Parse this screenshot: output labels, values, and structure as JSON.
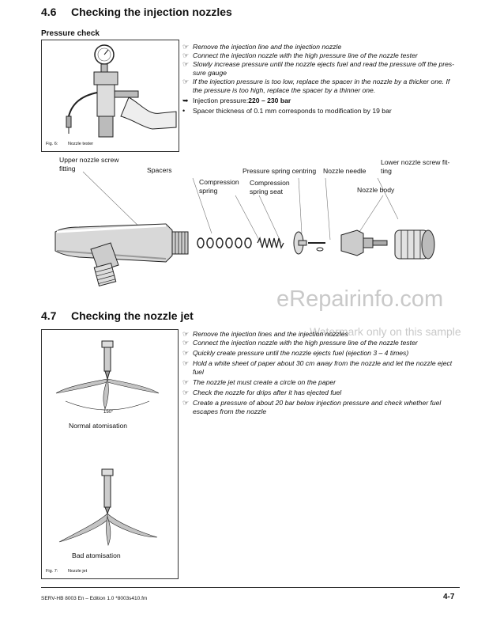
{
  "section_46": {
    "number": "4.6",
    "title": "Checking the injection nozzles"
  },
  "pressure_check": {
    "label": "Pressure check"
  },
  "fig6": {
    "number": "Fig. 6:",
    "caption": "Nozzle tester"
  },
  "steps_46": [
    "Remove the injection line and the injection nozzle",
    "Connect the injection nozzle with the high pressure line of the nozzle tester",
    "Slowly increase pressure until the nozzle ejects fuel and read the pressure off the pres-",
    "sure gauge",
    "If the injection pressure is too low, replace the spacer in the nozzle by a thicker one. If",
    "the pressure is too high, replace the spacer by a thinner one.",
    "Injection pressure: ",
    "220 – 230 bar",
    "Spacer thickness of 0.1 mm corresponds to modification by 19 bar"
  ],
  "nozzle_parts": {
    "upper_fitting_1": "Upper nozzle screw",
    "upper_fitting_2": "fitting",
    "spacers": "Spacers",
    "compression_spring_1": "Compression",
    "compression_spring_2": "spring",
    "pressure_spring_centring": "Pressure spring centring",
    "compression_spring_seat_1": "Compression",
    "compression_spring_seat_2": "spring seat",
    "nozzle_needle": "Nozzle needle",
    "lower_fitting_1": "Lower nozzle screw fit-",
    "lower_fitting_2": "ting",
    "nozzle_body": "Nozzle body"
  },
  "section_47": {
    "number": "4.7",
    "title": "Checking the nozzle jet"
  },
  "fig7": {
    "number": "Fig. 7:",
    "caption": "Nozzle jet",
    "angle": "150°",
    "normal": "Normal atomisation",
    "bad": "Bad atomisation"
  },
  "steps_47": [
    "Remove the injection lines and the injection nozzles",
    "Connect the injection nozzle with the high pressure line of the nozzle tester",
    "Quickly create pressure until the nozzle ejects fuel (ejection 3 – 4 times)",
    "Hold a white sheet of paper about 30 cm away from the nozzle and let the nozzle eject",
    "fuel",
    "The nozzle jet must create a circle on the paper",
    "Check the nozzle for drips after it has ejected fuel",
    "Create a pressure of about 20 bar below injection pressure and check whether fuel",
    "escapes from the nozzle"
  ],
  "watermark": {
    "main": "eRepairinfo.com",
    "sub": "Watermark only on this sample"
  },
  "footer": {
    "left": "SERV-HB 8003 En – Edition 1.0 *8003s410.fm",
    "page": "4-7"
  }
}
